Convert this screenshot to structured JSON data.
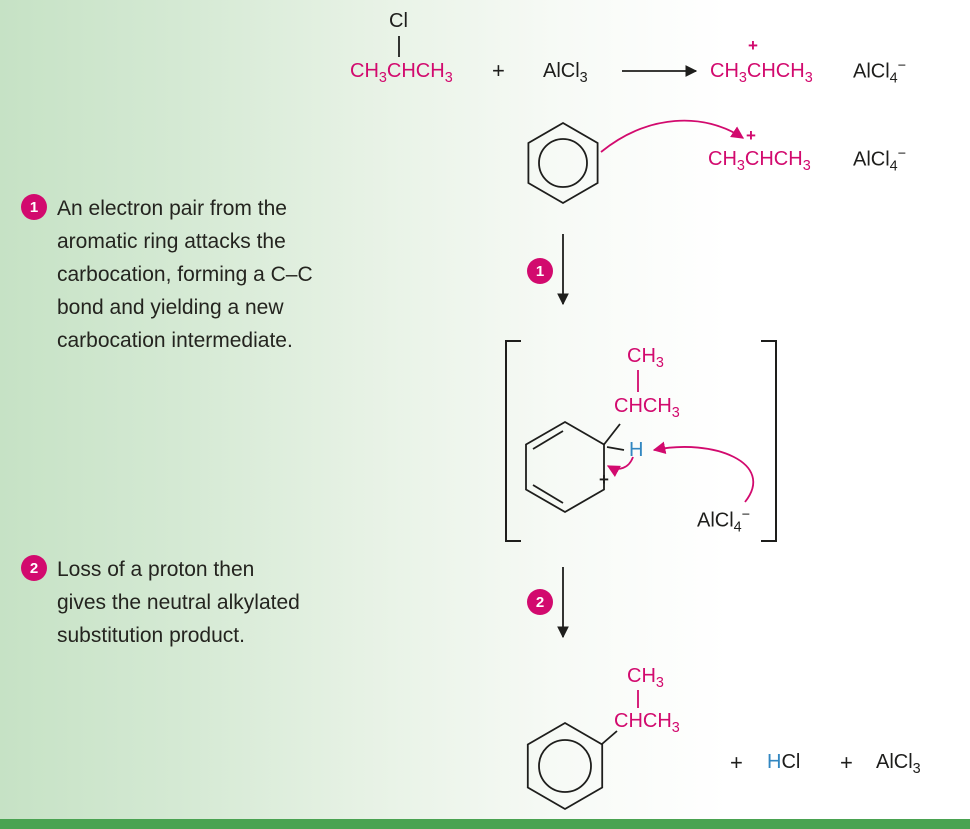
{
  "colors": {
    "magenta": "#d20a6e",
    "blue": "#3287c1",
    "ink": "#1e1e1c",
    "green_bar": "#4aa351"
  },
  "top_reaction": {
    "cl_label": "Cl",
    "alkyl_halide": "CH3CHCH3",
    "plus": "+",
    "catalyst": "AlCl3",
    "carbocation": "CH3CHCH3",
    "carbocation_charge": "+",
    "counterion": "AlCl4^-"
  },
  "attack_row": {
    "carbocation": "CH3CHCH3",
    "carbocation_charge": "+",
    "counterion": "AlCl4^-"
  },
  "steps": [
    {
      "number": "1",
      "text": "An electron pair from the\naromatic ring attacks the\ncarbocation, forming a C–C\nbond and yielding a new\ncarbocation intermediate."
    },
    {
      "number": "2",
      "text": "Loss of a proton then\ngives the neutral alkylated\nsubstitution product."
    }
  ],
  "intermediate": {
    "methyl": "CH3",
    "isopropyl": "CHCH3",
    "hydrogen": "H",
    "charge": "+",
    "counterion": "AlCl4^-"
  },
  "product_row": {
    "methyl": "CH3",
    "isopropyl": "CHCH3",
    "plus_1": "+",
    "hydrogen": "H",
    "chloride": "Cl",
    "plus_2": "+",
    "catalyst": "AlCl3"
  }
}
